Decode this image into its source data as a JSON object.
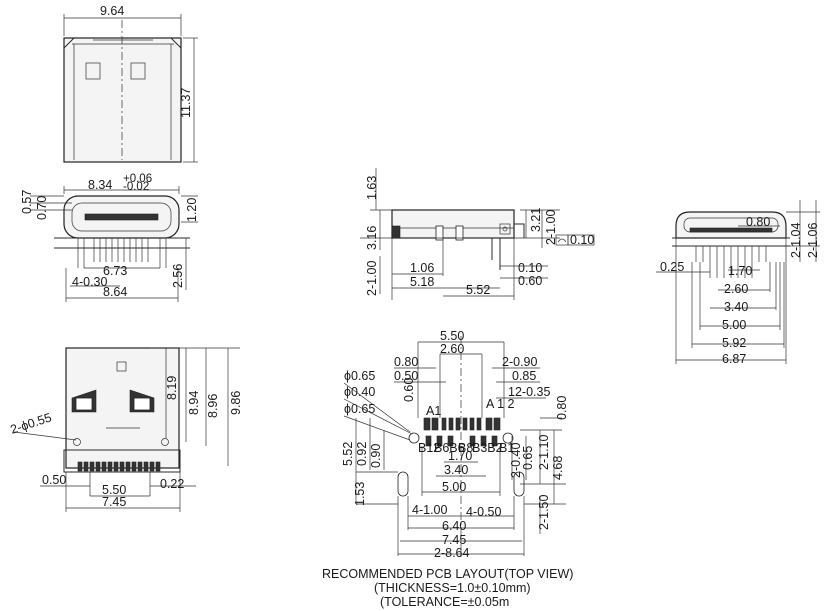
{
  "top_view": {
    "width": "9.64",
    "height": "11.37"
  },
  "front_view": {
    "width_main": "8.34",
    "tol_plus": "+0.06",
    "tol_minus": "-0.02",
    "left_a": "0.57",
    "left_b": "0.70",
    "right_a": "1.20",
    "inner": "6.73",
    "leg": "4-0.30",
    "base": "8.64",
    "height": "2.56"
  },
  "side_view": {
    "h163": "1.63",
    "h316": "3.16",
    "h200": "2-1.00",
    "w106": "1.06",
    "w518": "5.18",
    "w552": "5.52",
    "r321": "3.21",
    "r100": "2-1.00",
    "flat": "0.10",
    "r010": "0.10",
    "r060": "0.60"
  },
  "end_view": {
    "r104": "2-1.04",
    "r106": "2-1.06",
    "w080": "0.80",
    "w025": "0.25",
    "d170": "1.70",
    "d260": "2.60",
    "d340": "3.40",
    "d500": "5.00",
    "d592": "5.92",
    "d687": "6.87"
  },
  "bottom_view": {
    "v819": "8.19",
    "v894": "8.94",
    "v896": "8.96",
    "v986": "9.86",
    "hole": "2-ϕ0.55",
    "w050": "0.50",
    "w550": "5.50",
    "w745": "7.45",
    "w022": "0.22"
  },
  "pcb_layout": {
    "w550": "5.50",
    "w260": "2.60",
    "w080": "0.80",
    "w050": "0.50",
    "d065a": "ϕ0.65",
    "d040": "ϕ0.40",
    "d065b": "ϕ0.65",
    "v060": "0.60",
    "r2090": "2-0.90",
    "r085": "0.85",
    "r1235": "12-0.35",
    "r080": "0.80",
    "pinA1": "A1",
    "pinA12": "A 1 2",
    "pinB12": "B12",
    "pinB1": "B1",
    "pinB6": "B6B6",
    "pinB8": "B8",
    "pinB32": "B3B2",
    "l552": "5.52",
    "l092": "0.92",
    "l090": "0.90",
    "l153": "1.53",
    "i170": "1.70",
    "i340": "3.40",
    "i500": "5.00",
    "r2040": "2-0.40",
    "r065": "0.65",
    "r2110": "2-1.10",
    "r468": "4.68",
    "r2150": "2-1.50",
    "b4100": "4-1.00",
    "b4050": "4-0.50",
    "b640": "6.40",
    "b745": "7.45",
    "b2864": "2-8.64",
    "caption1": "RECOMMENDED PCB LAYOUT(TOP VIEW)",
    "caption2": "(THICKNESS=1.0±0.10mm)",
    "caption3": "(TOLERANCE=±0.05m"
  }
}
